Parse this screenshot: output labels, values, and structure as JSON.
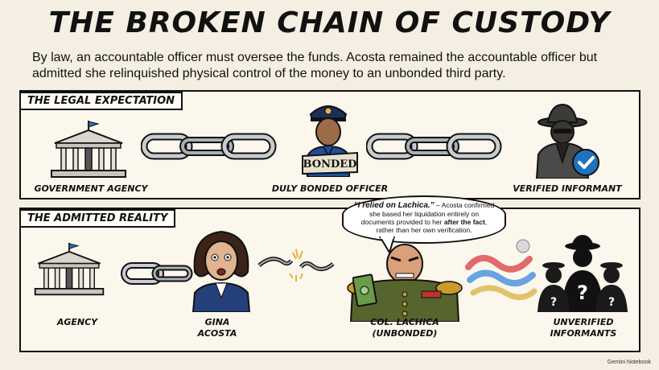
{
  "title": "THE BROKEN CHAIN OF CUSTODY",
  "subtitle": "By law, an accountable officer must oversee the funds. Acosta remained the accountable officer but admitted she relinquished physical control of the money to an unbonded third party.",
  "legal_expectation": {
    "heading": "THE LEGAL EXPECTATION",
    "badge_text": "BONDED",
    "labels": {
      "agency": "GOVERNMENT AGENCY",
      "officer": "DULY BONDED OFFICER",
      "informant": "VERIFIED INFORMANT"
    }
  },
  "admitted_reality": {
    "heading": "THE ADMITTED REALITY",
    "quote": "“I relied on Lachica.”",
    "quote_dash": " – Acosta confirmed she based her liquidation entirely on documents provided to her ",
    "quote_emphasis": "after the fact",
    "quote_tail": ", rather than her own verification.",
    "labels": {
      "agency": "AGENCY",
      "acosta_line1": "GINA",
      "acosta_line2": "ACOSTA",
      "lachica_line1": "COL. LACHICA",
      "lachica_line2": "(UNBONDED)",
      "informants_line1": "UNVERIFIED",
      "informants_line2": "INFORMANTS"
    }
  },
  "credit": "Gemini Notebook",
  "colors": {
    "ink": "#111111",
    "paper": "#f4efe2",
    "panel": "#fbf7ec",
    "badge_blue": "#1e73be",
    "uniform_green": "#56642d",
    "gold": "#c99b2a",
    "money_green": "#6a9a4a"
  },
  "icons": [
    "building-icon",
    "chain-icon",
    "police-officer-icon",
    "bonded-badge-icon",
    "spy-informant-icon",
    "check-badge-icon",
    "woman-worried-icon",
    "broken-chain-icon",
    "general-icon",
    "money-icon",
    "smoke-icon",
    "shadow-figures-icon"
  ]
}
